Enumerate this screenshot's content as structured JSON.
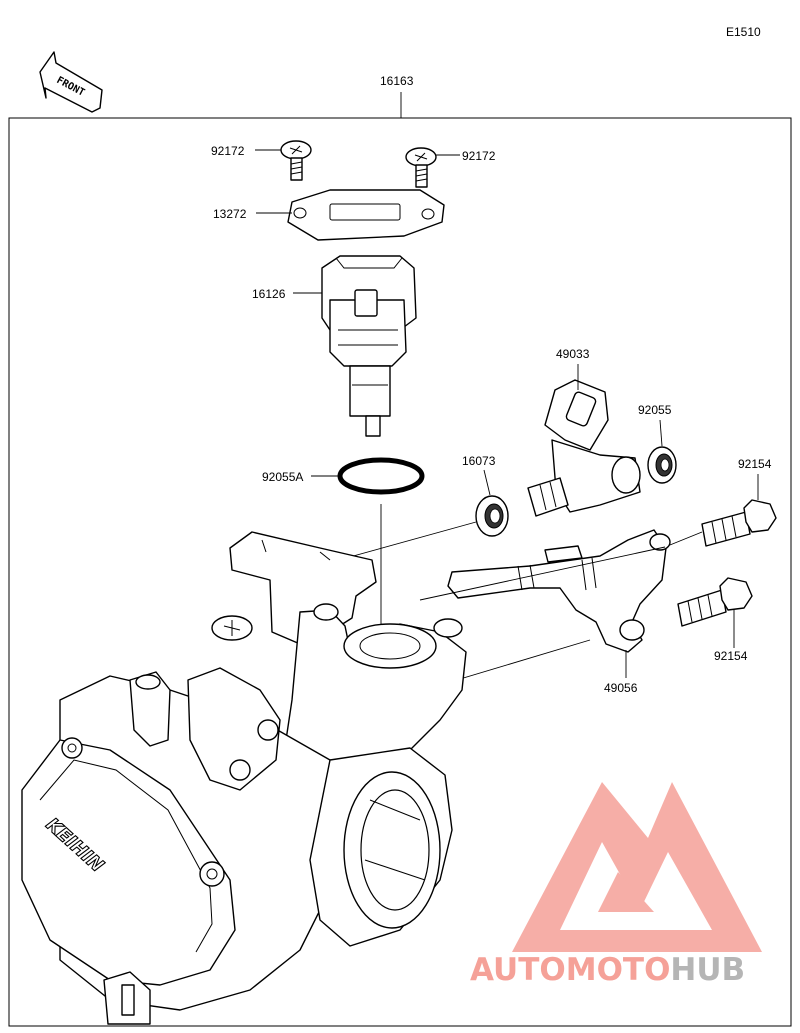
{
  "diagram_code": "E1510",
  "front_label": "FRONT",
  "assembly_label": "16163",
  "parts": {
    "screw_left": "92172",
    "screw_right": "92172",
    "plate": "13272",
    "sensor": "16126",
    "oring": "92055A",
    "seal": "16073",
    "sensor_b": "49033",
    "oring_b": "92055",
    "bolt_upper": "92154",
    "bolt_lower": "92154",
    "pipe": "49056"
  },
  "brand_lettering": "KEIHIN",
  "watermark": {
    "part1": "AUTO",
    "part2": "MOTO",
    "part3": "HUB",
    "color_primary": "#f5a198",
    "color_secondary": "#b5b5b5"
  }
}
